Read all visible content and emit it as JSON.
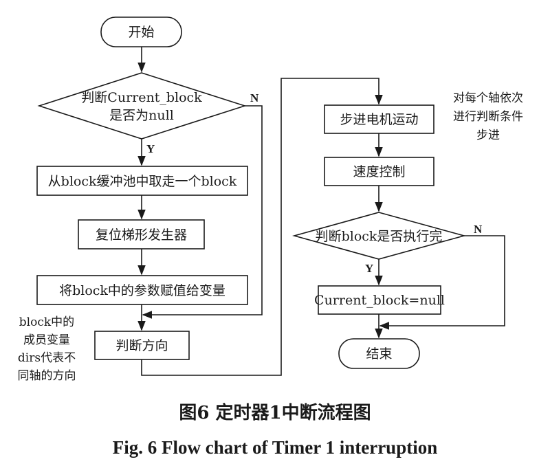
{
  "nodes": {
    "start": "开始",
    "decision_current_block_line1": "判断Current_block",
    "decision_current_block_line2": "是否为null",
    "take_block": "从block缓冲池中取走一个block",
    "reset_trapezoid": "复位梯形发生器",
    "assign_params": "将block中的参数赋值给变量",
    "judge_direction": "判断方向",
    "stepper_motion": "步进电机运动",
    "speed_control": "速度控制",
    "decision_block_done": "判断block是否执行完",
    "set_null": "Current_block=null",
    "end": "结束"
  },
  "edge_labels": {
    "n1": "N",
    "y1": "Y",
    "n2": "N",
    "y2": "Y"
  },
  "notes": {
    "axis_note": [
      "对每个轴依次",
      "进行判断条件",
      "步进"
    ],
    "dirs_note": [
      "block中的",
      "成员变量",
      "dirs代表不",
      "同轴的方向"
    ]
  },
  "caption": {
    "chinese": "图6  定时器1中断流程图",
    "english": "Fig. 6  Flow chart of Timer 1 interruption"
  }
}
